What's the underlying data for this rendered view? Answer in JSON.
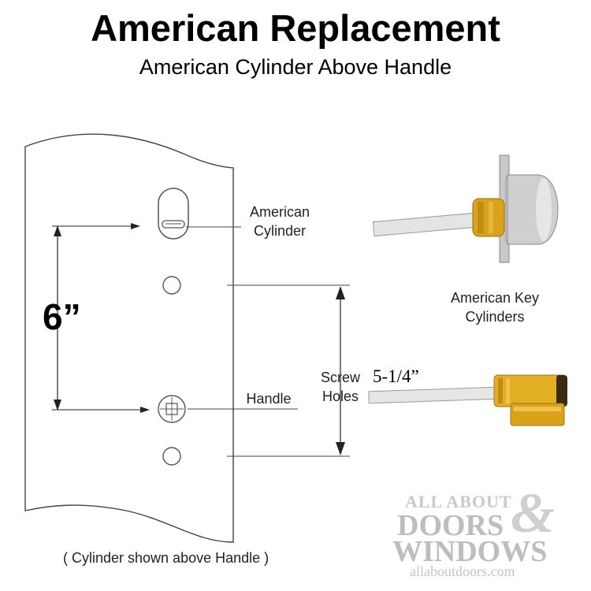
{
  "header": {
    "title": "American Replacement",
    "subtitle": "American Cylinder Above Handle"
  },
  "labels": {
    "american_cylinder_line1": "American",
    "american_cylinder_line2": "Cylinder",
    "handle": "Handle",
    "screw_holes_line1": "Screw",
    "screw_holes_line2": "Holes",
    "key_cylinders_line1": "American Key",
    "key_cylinders_line2": "Cylinders"
  },
  "dimensions": {
    "cylinder_to_handle": "6”",
    "screw_hole_spacing": "5-1/4”"
  },
  "caption": "( Cylinder shown above Handle )",
  "watermark": {
    "line1": "ALL ABOUT",
    "line2": "DOORS",
    "line3": "WINDOWS",
    "ampersand": "&",
    "url": "allaboutdoors.com"
  },
  "colors": {
    "line": "#333333",
    "brass": "#d9a21b",
    "chrome": "#b9b9b9",
    "watermark": "#c4c4c4"
  }
}
